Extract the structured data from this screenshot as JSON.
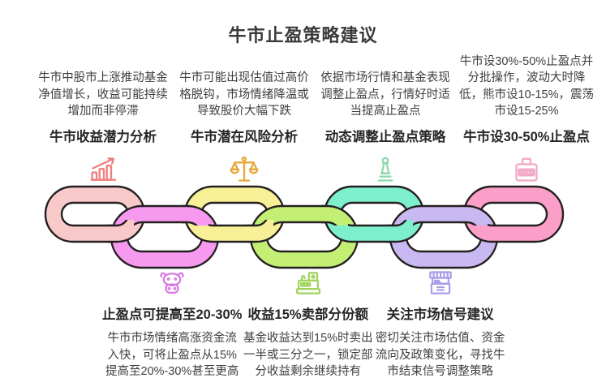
{
  "title": "牛市止盈策略建议",
  "colors": {
    "background": "#ffffff",
    "title_text": "#3a3a3a",
    "heading_text": "#262626",
    "body_text": "#3f3f3f"
  },
  "top_strategies": [
    {
      "desc": "牛市中股市上涨推动基金\n净值增长，收益可能持续\n增加而非停滞",
      "heading": "牛市收益潜力分析",
      "icon": "growth-chart-icon",
      "icon_color": "#f07f7f"
    },
    {
      "desc": "牛市可能出现估值过高价\n格脱钩，市场情绪降温或\n导致股价大幅下跌",
      "heading": "牛市潜在风险分析",
      "icon": "scales-icon",
      "icon_color": "#e9a83d"
    },
    {
      "desc": "依据市场行情和基金表现\n调整止盈点，行情好时适\n当提高止盈点",
      "heading": "动态调整止盈点策略",
      "icon": "chess-piece-icon",
      "icon_color": "#8ed9ae"
    },
    {
      "desc": "牛市设30%-50%止盈点并\n分批操作，波动大时降\n低，熊市设10-15%，震荡\n市设15-25%",
      "heading": "牛市设30-50%止盈点",
      "icon": "money-counter-icon",
      "icon_color": "#f2a9c6"
    }
  ],
  "chain": {
    "outline_color": "#241f21",
    "links": [
      {
        "name": "link-1",
        "color": "#f8c9c9"
      },
      {
        "name": "link-2",
        "color": "#f79aef"
      },
      {
        "name": "link-3",
        "color": "#f7f096"
      },
      {
        "name": "link-4",
        "color": "#c4ef75"
      },
      {
        "name": "link-5",
        "color": "#7eefcd"
      },
      {
        "name": "link-6",
        "color": "#c9b9f2"
      },
      {
        "name": "link-7",
        "color": "#fb9fc9"
      }
    ]
  },
  "bottom_recommendations": [
    {
      "heading": "止盈点可提高至20-30%",
      "desc": "牛市市场情绪高涨资金流\n入快，可将止盈点从15%\n提高至20%-30%甚至更高",
      "icon": "bull-icon",
      "icon_color": "#d779e2"
    },
    {
      "heading": "收益15%卖部分份额",
      "desc": "基金收益达到15%时卖出\n一半或三分之一，锁定部\n分收益剩余继续持有",
      "icon": "cash-register-icon",
      "icon_color": "#9fd35a"
    },
    {
      "heading": "关注市场信号建议",
      "desc": "密切关注市场估值、资金\n流向及政策变化，寻找牛\n市结束信号调整策略",
      "icon": "market-stall-icon",
      "icon_color": "#a89de8"
    }
  ]
}
